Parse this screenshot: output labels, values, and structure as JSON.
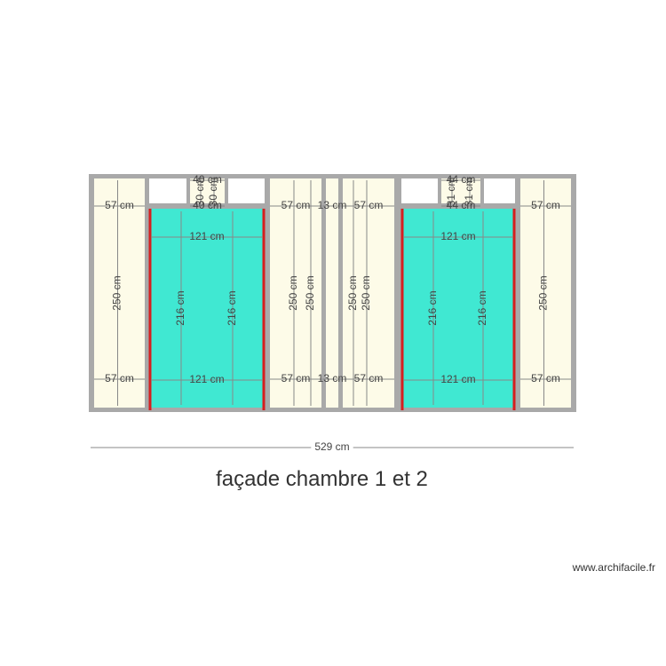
{
  "title": "façade chambre 1 et 2",
  "watermark": "www.archifacile.fr",
  "colors": {
    "wall": "#a9a9a9",
    "panel": "#fdfbe8",
    "glass": "#40e8d2",
    "frame": "#d51f1f",
    "dim": "#888888"
  },
  "dimensions": {
    "total_width": "529 cm",
    "panel_width": "57 cm",
    "narrow_width": "13 cm",
    "panel_height": "250 cm",
    "door_width": "121 cm",
    "door_height": "216 cm",
    "transom1_width": "40 cm",
    "transom1_height": "30 cm",
    "transom2_width": "44 cm",
    "transom2_height": "31 cm"
  }
}
